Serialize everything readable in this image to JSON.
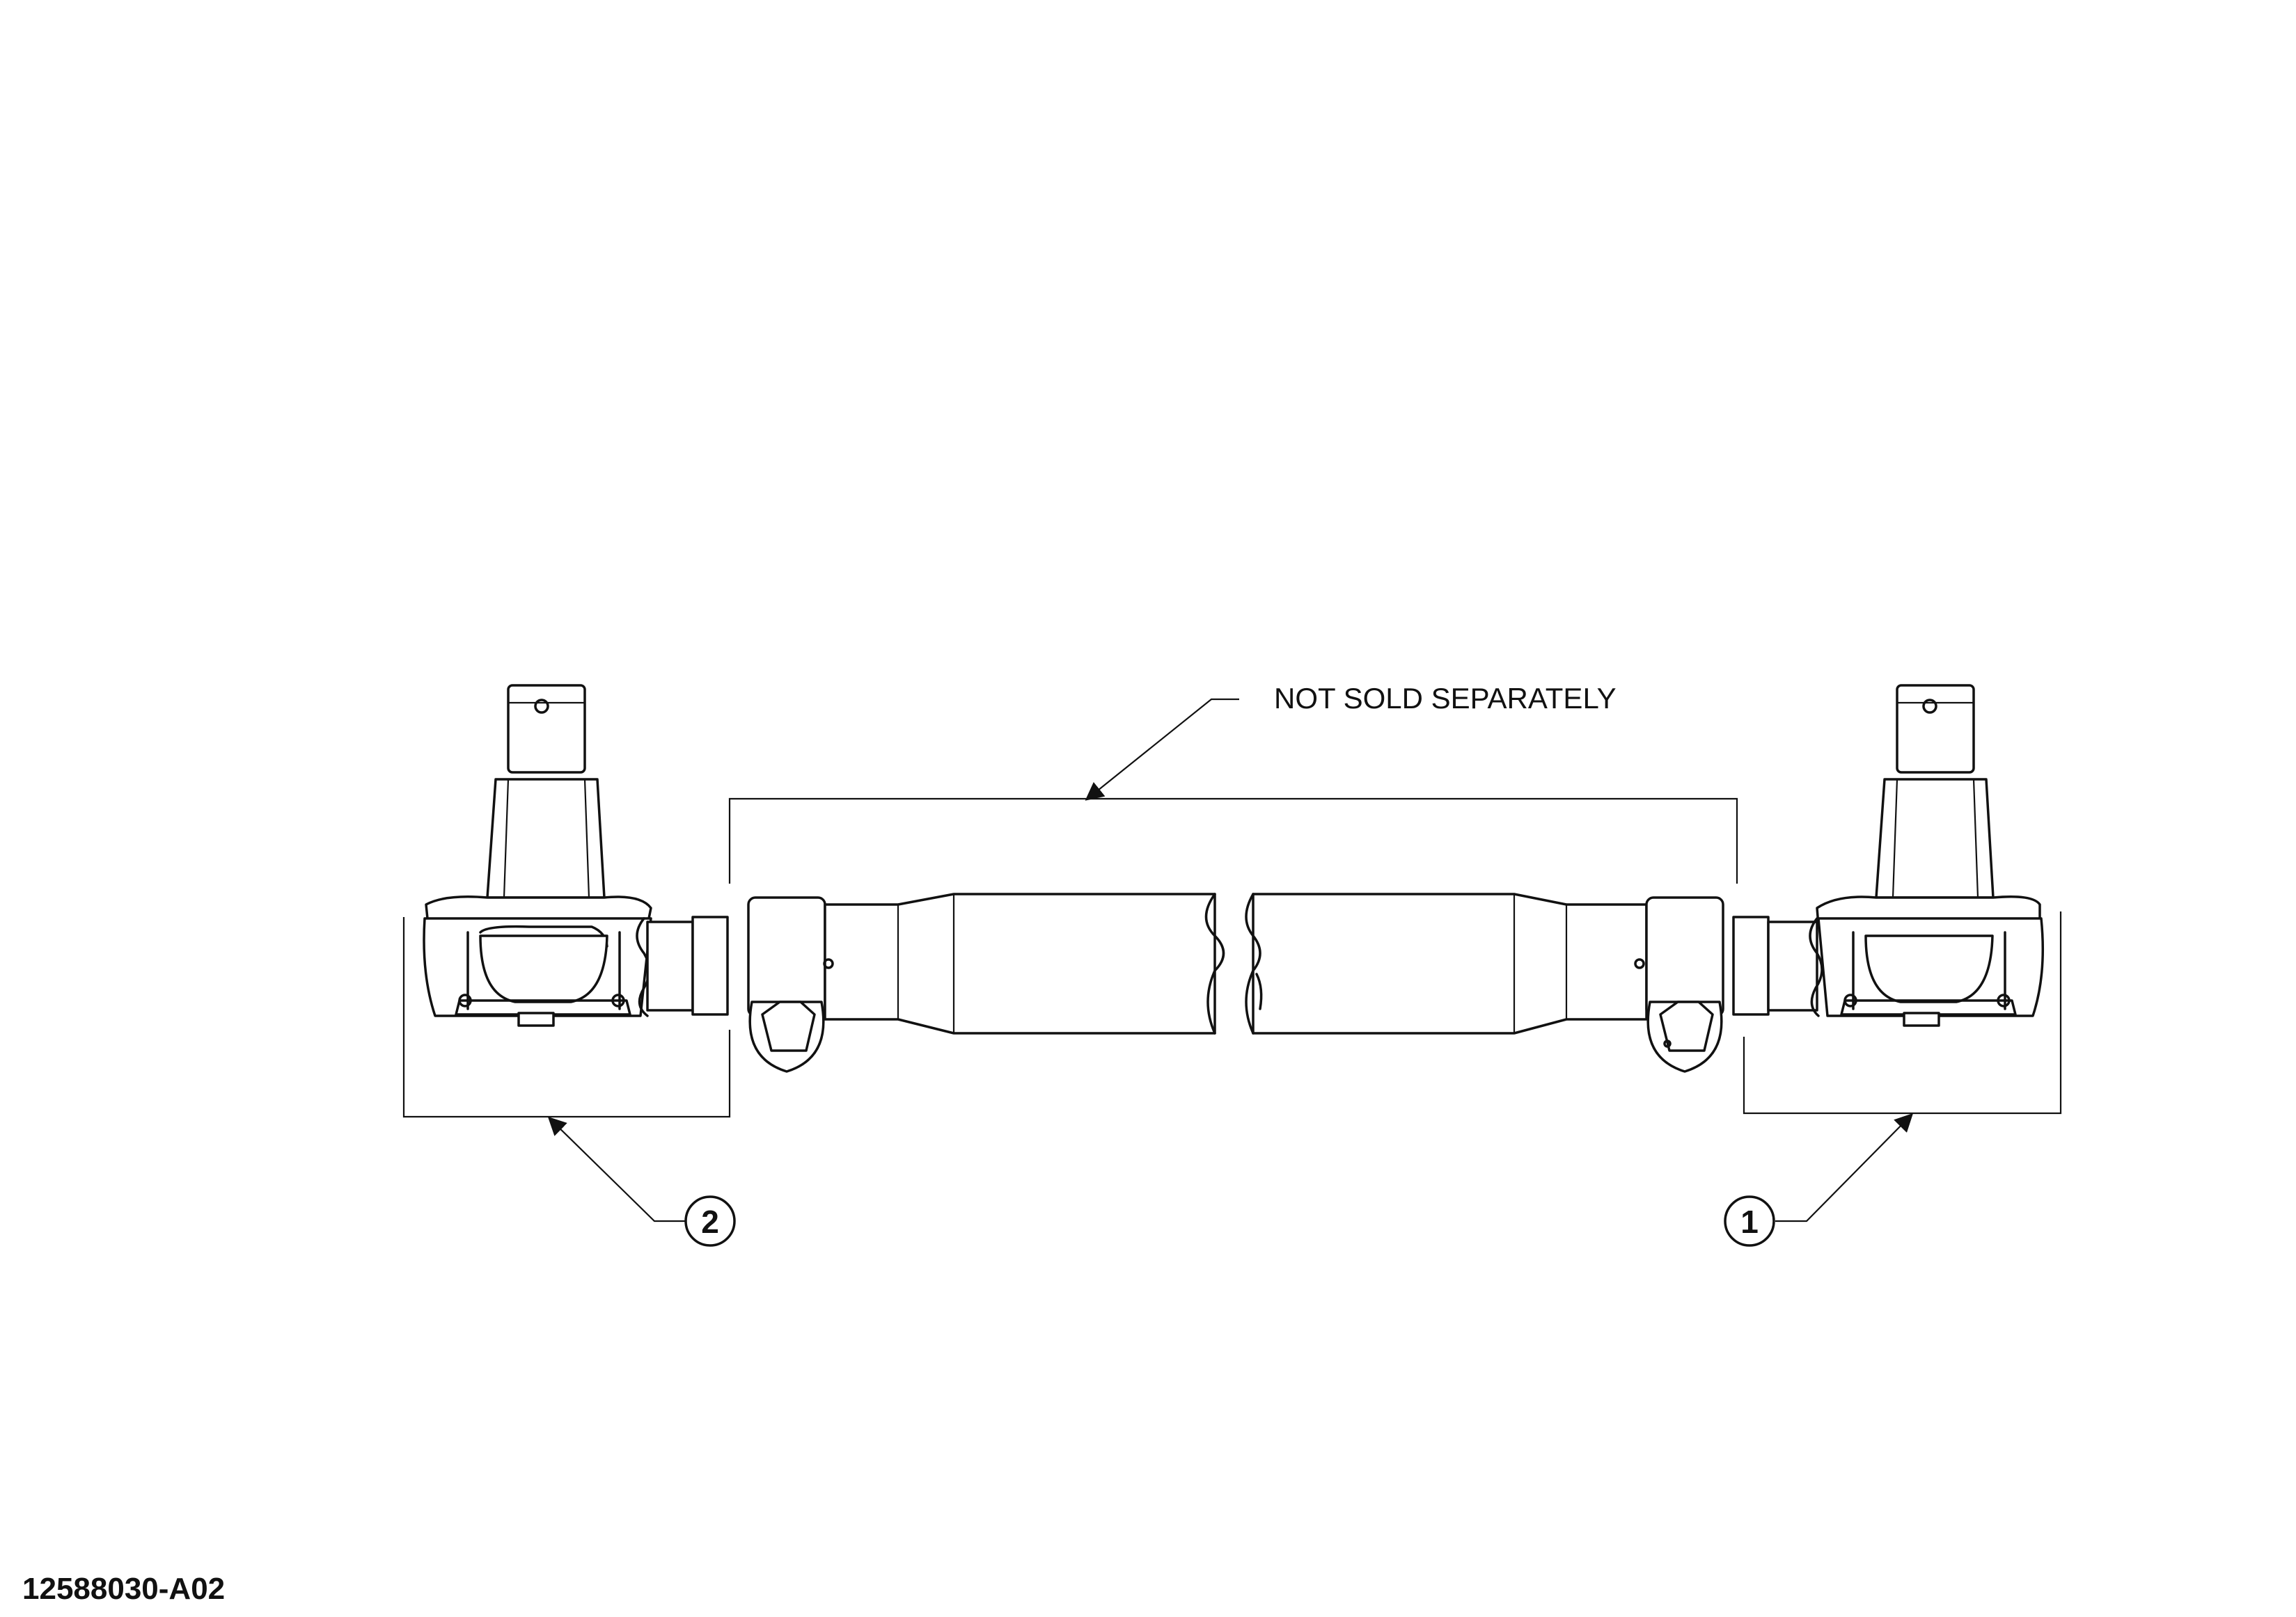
{
  "note": {
    "text": "NOT SOLD SEPARATELY"
  },
  "callouts": [
    {
      "number": "2"
    },
    {
      "number": "1"
    }
  ],
  "drawing_id": "12588030-A02",
  "colors": {
    "ink": "#111111",
    "background": "#ffffff"
  }
}
